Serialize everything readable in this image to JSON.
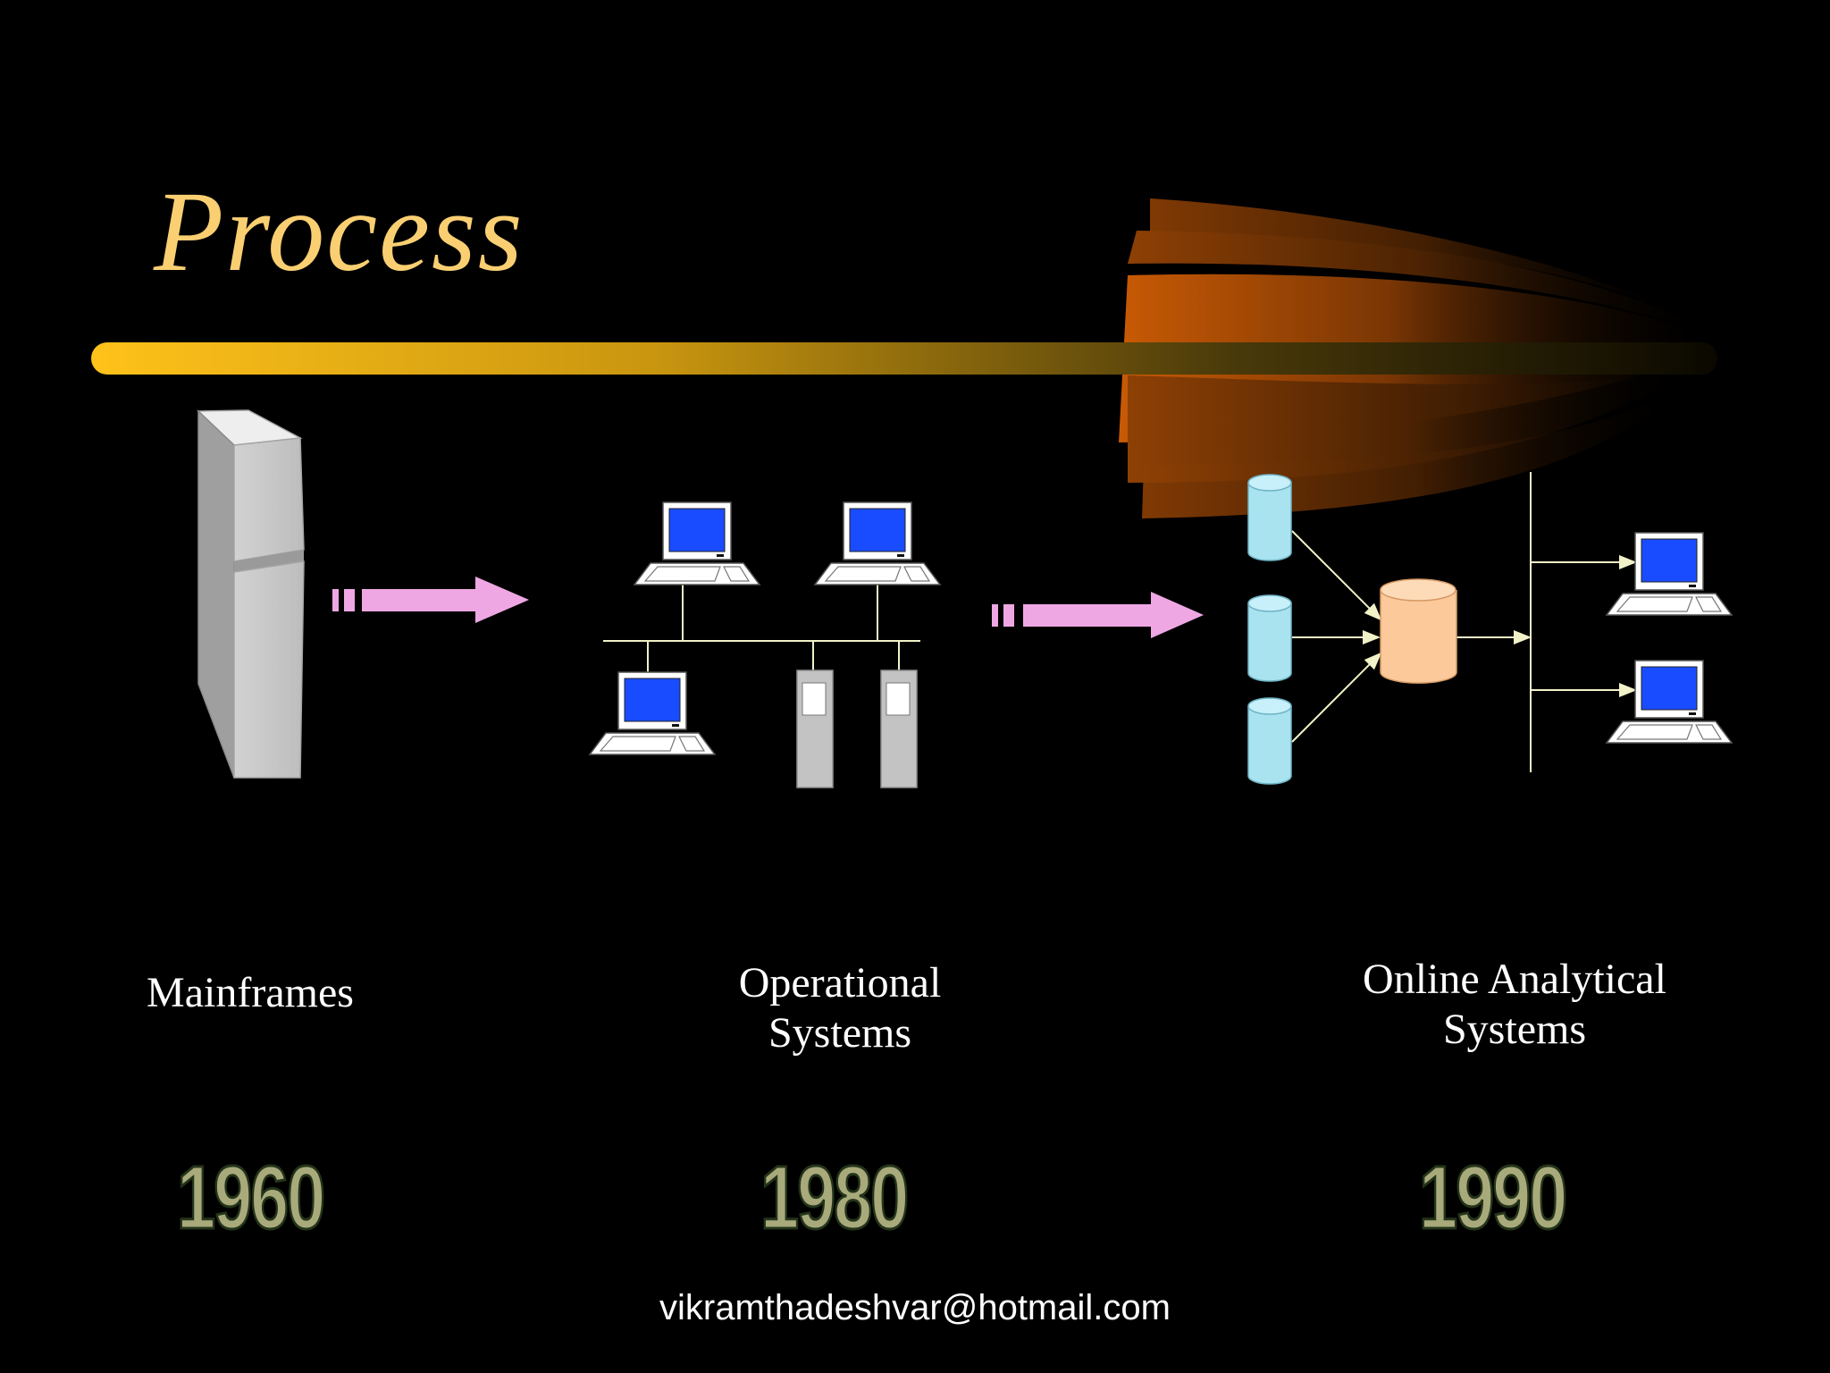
{
  "slide": {
    "title": "Process",
    "email": "vikramthadeshvar@hotmail.com"
  },
  "stages": [
    {
      "label": "Mainframes",
      "year": "1960"
    },
    {
      "label_line1": "Operational",
      "label_line2": "Systems",
      "year": "1980"
    },
    {
      "label_line1": "Online Analytical",
      "label_line2": "Systems",
      "year": "1990"
    }
  ],
  "colors": {
    "background": "#000000",
    "title": "#f9cf72",
    "bar_start": "#ffc21a",
    "arrow": "#efa7e3",
    "screen": "#1a4cff",
    "cylinder_small": "#a9e3f0",
    "cylinder_hub": "#fcc99a",
    "year_fill": "#a9aa7b"
  },
  "icons": [
    "mainframe-icon",
    "workstation-icon",
    "server-tower-icon",
    "database-cylinder-icon",
    "arrow-icon"
  ]
}
